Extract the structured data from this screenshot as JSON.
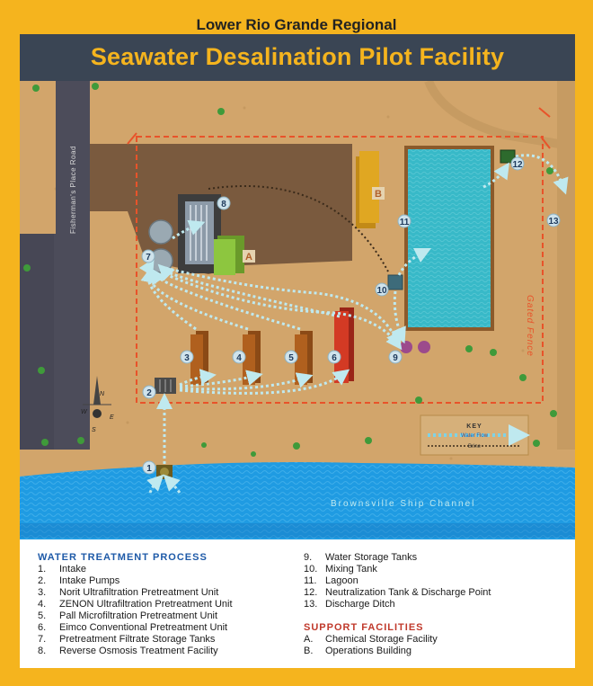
{
  "header": {
    "subtitle": "Lower Rio Grande Regional",
    "title": "Seawater Desalination Pilot Facility"
  },
  "map": {
    "road_label": "Fisherman's Place Road",
    "fence_label": "Gated Fence",
    "channel_label": "Brownsville Ship Channel",
    "markers": [
      "1",
      "2",
      "3",
      "4",
      "5",
      "6",
      "7",
      "8",
      "9",
      "10",
      "11",
      "12",
      "13"
    ],
    "letters": [
      "A",
      "B"
    ],
    "compass": {
      "n": "N",
      "s": "S",
      "e": "E",
      "w": "W"
    },
    "key": {
      "title": "KEY",
      "water_flow": "Water Flow",
      "brine": "Brine"
    }
  },
  "legend": {
    "water_title": "WATER TREATMENT PROCESS",
    "water_items": [
      {
        "num": "1.",
        "text": "Intake"
      },
      {
        "num": "2.",
        "text": "Intake Pumps"
      },
      {
        "num": "3.",
        "text": "Norit Ultrafiltration Pretreatment Unit"
      },
      {
        "num": "4.",
        "text": "ZENON Ultrafiltration Pretreatment Unit"
      },
      {
        "num": "5.",
        "text": "Pall Microfiltration Pretreatment Unit"
      },
      {
        "num": "6.",
        "text": "Eimco Conventional Pretreatment Unit"
      },
      {
        "num": "7.",
        "text": "Pretreatment Filtrate Storage Tanks"
      },
      {
        "num": "8.",
        "text": "Reverse Osmosis Treatment Facility"
      },
      {
        "num": "9.",
        "text": "Water Storage Tanks"
      },
      {
        "num": "10.",
        "text": "Mixing Tank"
      },
      {
        "num": "11.",
        "text": "Lagoon"
      },
      {
        "num": "12.",
        "text": "Neutralization Tank & Discharge Point"
      },
      {
        "num": "13.",
        "text": "Discharge Ditch"
      }
    ],
    "support_title": "SUPPORT FACILITIES",
    "support_items": [
      {
        "num": "A.",
        "text": "Chemical Storage Facility"
      },
      {
        "num": "B.",
        "text": "Operations Building"
      }
    ]
  },
  "colors": {
    "border": "#f5b41e",
    "banner": "#3a4554",
    "sand": "#d2a56b",
    "road": "#4c4c5a",
    "water": "#1f9be2",
    "lagoon": "#38b9c8",
    "fence": "#e8532a",
    "legend_blue": "#1e5aa8",
    "legend_red": "#c0392b"
  }
}
